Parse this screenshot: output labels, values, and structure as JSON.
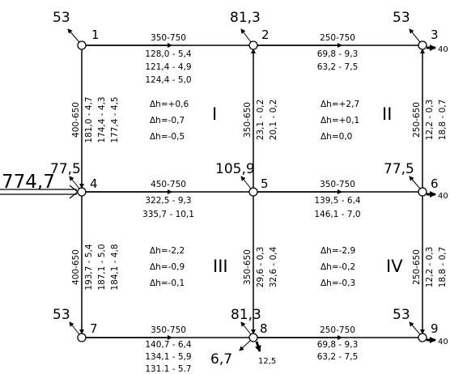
{
  "nodes": [
    {
      "id": "n1",
      "number": "1",
      "demand": "53"
    },
    {
      "id": "n2",
      "number": "2",
      "demand": "81,3"
    },
    {
      "id": "n3",
      "number": "3",
      "demand": "53",
      "outflow": "40"
    },
    {
      "id": "n4",
      "number": "4",
      "demand": "77,5",
      "inflow": "774,7"
    },
    {
      "id": "n5",
      "number": "5",
      "demand": "105,9"
    },
    {
      "id": "n6",
      "number": "6",
      "demand": "77,5",
      "outflow": "40"
    },
    {
      "id": "n7",
      "number": "7",
      "demand": "53"
    },
    {
      "id": "n8",
      "number": "8",
      "demand": "81,3",
      "demand2": "6,7",
      "outflow": "12,5"
    },
    {
      "id": "n9",
      "number": "9",
      "demand": "53",
      "outflow": "40"
    }
  ],
  "pipes": {
    "p1_2": {
      "spec": "350-750",
      "flows": [
        "128,0 - 5,4",
        "121,4 - 4,9",
        "124,4 - 5,0"
      ]
    },
    "p2_3": {
      "spec": "250-750",
      "flows": [
        "69,8 - 9,3",
        "63,2 - 7,5"
      ]
    },
    "p4_5": {
      "spec": "450-750",
      "flows": [
        "322,5 - 9,3",
        "335,7 - 10,1"
      ]
    },
    "p5_6": {
      "spec": "350-750",
      "flows": [
        "139,5 - 6,4",
        "146,1 - 7,0"
      ]
    },
    "p7_8": {
      "spec": "350-750",
      "flows": [
        "140,7 - 6,4",
        "134,1 - 5,9",
        "131.1 - 5.7"
      ]
    },
    "p8_9": {
      "spec": "250-750",
      "flows": [
        "69,8 - 9,3",
        "63,2 - 7,5"
      ]
    },
    "p1_4": {
      "spec": "400-650",
      "flows": [
        "181,0 - 4,7",
        "174,4 - 4,3",
        "177,4 - 4,5"
      ]
    },
    "p2_5": {
      "spec": "350-650",
      "flows": [
        "23,1 - 0,2",
        "20,1 - 0,2"
      ]
    },
    "p3_6": {
      "spec": "250-650",
      "flows": [
        "12,2 - 0,3",
        "18,8 - 0,7"
      ]
    },
    "p4_7": {
      "spec": "400-650",
      "flows": [
        "193,7 - 5,4",
        "187,1 - 5,0",
        "184,1 - 4,8"
      ]
    },
    "p5_8": {
      "spec": "350-650",
      "flows": [
        "29,6 - 0,3",
        "32,6 - 0,4"
      ]
    },
    "p6_9": {
      "spec": "250-650",
      "flows": [
        "12,2 - 0,3",
        "18,8 - 0,7"
      ]
    }
  },
  "loops": [
    {
      "id": "I",
      "dh": [
        "Δh=+0,6",
        "Δh=-0,7",
        "Δh=-0,5"
      ]
    },
    {
      "id": "II",
      "dh": [
        "Δh=+2,7",
        "Δh=+0,1",
        "Δh=0,0"
      ]
    },
    {
      "id": "III",
      "dh": [
        "Δh=-2,2",
        "Δh=-0,9",
        "Δh=-0,1"
      ]
    },
    {
      "id": "IV",
      "dh": [
        "Δh=-2,9",
        "Δh=-0,2",
        "Δh=-0,3"
      ]
    }
  ]
}
